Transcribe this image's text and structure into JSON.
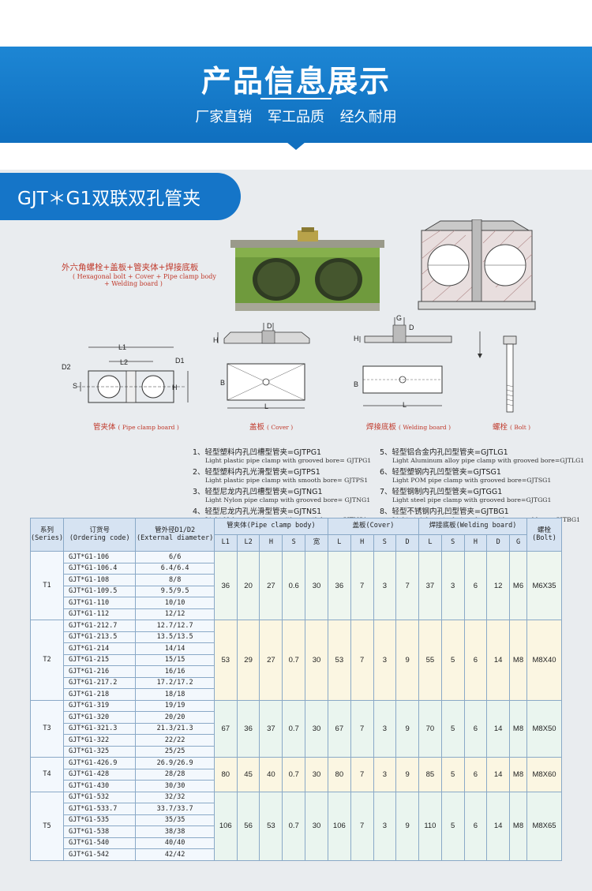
{
  "banner": {
    "title": "产品信息展示",
    "slogans": [
      "厂家直销",
      "军工品质",
      "经久耐用"
    ]
  },
  "section": {
    "title": "GJT＊G1双联双孔管夹"
  },
  "diagram": {
    "assembly_label_cn": "外六角螺栓+盖板+管夹体+焊接底板",
    "assembly_label_en_1": "( Hexagonal bolt + Cover + Pipe clamp body",
    "assembly_label_en_2": "+ Welding board )",
    "dims": {
      "L1": "L1",
      "L2": "L2",
      "D1": "D1",
      "D2": "D2",
      "S": "S",
      "H": "H",
      "L": "L",
      "B": "B",
      "D": "D",
      "G": "G"
    },
    "captions": {
      "body_cn": "管夹体",
      "body_en": "( Pipe clamp board )",
      "cover_cn": "盖板",
      "cover_en": "( Cover )",
      "welding_cn": "焊接底板",
      "welding_en": "( Welding board )",
      "bolt_cn": "螺栓",
      "bolt_en": "( Bolt )"
    }
  },
  "legend_left": [
    {
      "cn": "1、轻型塑料内孔凹槽型管夹=GJTPG1",
      "en": "Light plastic pipe clamp with grooved bore= GJTPG1"
    },
    {
      "cn": "2、轻型塑料内孔光滑型管夹=GJTPS1",
      "en": "Light plastic pipe clamp with smooth bore= GJTPS1"
    },
    {
      "cn": "3、轻型尼龙内孔凹槽型管夹=GJTNG1",
      "en": "Light Nylon pipe clamp with grooved bore= GJTNG1"
    },
    {
      "cn": "4、轻型尼龙内孔光滑型管夹=GJTNS1",
      "en": "Light Nylon pipe clamp with smooth bore= GJTNS1"
    }
  ],
  "legend_right": [
    {
      "cn": "5、轻型铝合金内孔凹型管夹=GJTLG1",
      "en": "Light Aluminum alloy pipe clamp with grooved bore=GJTLG1"
    },
    {
      "cn": "6、轻型塑钢内孔凹型管夹=GJTSG1",
      "en": "Light POM pipe clamp with grooved bore=GJTSG1"
    },
    {
      "cn": "7、轻型钢制内孔凹型管夹=GJTGG1",
      "en": "Light steel pipe clamp with grooved bore=GJTGG1"
    },
    {
      "cn": "8、轻型不锈钢内孔凹型管夹=GJTBG1",
      "en": "Light stainless steel pipe clamp with grooved bore=GJTBG1"
    }
  ],
  "table": {
    "headers": {
      "series": "系列",
      "series_en": "(Series)",
      "code": "订货号",
      "code_en": "(Ordering code)",
      "dia": "管外径D1/D2",
      "dia_en": "(External diameter)",
      "clamp": "管夹体(Pipe clamp body)",
      "cover": "盖板(Cover)",
      "weld": "焊接底板(Welding board)",
      "bolt": "螺栓",
      "bolt_en": "(Bolt)"
    },
    "subheaders": {
      "clamp": [
        "L1",
        "L2",
        "H",
        "S",
        "宽"
      ],
      "cover": [
        "L",
        "H",
        "S",
        "D"
      ],
      "weld": [
        "L",
        "S",
        "H",
        "D",
        "G"
      ]
    },
    "groups": [
      {
        "series": "T1",
        "rows": [
          [
            "GJT*G1-106",
            "6/6"
          ],
          [
            "GJT*G1-106.4",
            "6.4/6.4"
          ],
          [
            "GJT*G1-108",
            "8/8"
          ],
          [
            "GJT*G1-109.5",
            "9.5/9.5"
          ],
          [
            "GJT*G1-110",
            "10/10"
          ],
          [
            "GJT*G1-112",
            "12/12"
          ]
        ],
        "clamp": [
          "36",
          "20",
          "27",
          "0.6",
          "30"
        ],
        "cover": [
          "36",
          "7",
          "3",
          "7"
        ],
        "weld": [
          "37",
          "3",
          "6",
          "12",
          "M6"
        ],
        "bolt": "M6X35"
      },
      {
        "series": "T2",
        "rows": [
          [
            "GJT*G1-212.7",
            "12.7/12.7"
          ],
          [
            "GJT*G1-213.5",
            "13.5/13.5"
          ],
          [
            "GJT*G1-214",
            "14/14"
          ],
          [
            "GJT*G1-215",
            "15/15"
          ],
          [
            "GJT*G1-216",
            "16/16"
          ],
          [
            "GJT*G1-217.2",
            "17.2/17.2"
          ],
          [
            "GJT*G1-218",
            "18/18"
          ]
        ],
        "clamp": [
          "53",
          "29",
          "27",
          "0.7",
          "30"
        ],
        "cover": [
          "53",
          "7",
          "3",
          "9"
        ],
        "weld": [
          "55",
          "5",
          "6",
          "14",
          "M8"
        ],
        "bolt": "M8X40"
      },
      {
        "series": "T3",
        "rows": [
          [
            "GJT*G1-319",
            "19/19"
          ],
          [
            "GJT*G1-320",
            "20/20"
          ],
          [
            "GJT*G1-321.3",
            "21.3/21.3"
          ],
          [
            "GJT*G1-322",
            "22/22"
          ],
          [
            "GJT*G1-325",
            "25/25"
          ]
        ],
        "clamp": [
          "67",
          "36",
          "37",
          "0.7",
          "30"
        ],
        "cover": [
          "67",
          "7",
          "3",
          "9"
        ],
        "weld": [
          "70",
          "5",
          "6",
          "14",
          "M8"
        ],
        "bolt": "M8X50"
      },
      {
        "series": "T4",
        "rows": [
          [
            "GJT*G1-426.9",
            "26.9/26.9"
          ],
          [
            "GJT*G1-428",
            "28/28"
          ],
          [
            "GJT*G1-430",
            "30/30"
          ]
        ],
        "clamp": [
          "80",
          "45",
          "40",
          "0.7",
          "30"
        ],
        "cover": [
          "80",
          "7",
          "3",
          "9"
        ],
        "weld": [
          "85",
          "5",
          "6",
          "14",
          "M8"
        ],
        "bolt": "M8X60"
      },
      {
        "series": "T5",
        "rows": [
          [
            "GJT*G1-532",
            "32/32"
          ],
          [
            "GJT*G1-533.7",
            "33.7/33.7"
          ],
          [
            "GJT*G1-535",
            "35/35"
          ],
          [
            "GJT*G1-538",
            "38/38"
          ],
          [
            "GJT*G1-540",
            "40/40"
          ],
          [
            "GJT*G1-542",
            "42/42"
          ]
        ],
        "clamp": [
          "106",
          "56",
          "53",
          "0.7",
          "30"
        ],
        "cover": [
          "106",
          "7",
          "3",
          "9"
        ],
        "weld": [
          "110",
          "5",
          "6",
          "14",
          "M8"
        ],
        "bolt": "M8X65"
      }
    ]
  }
}
